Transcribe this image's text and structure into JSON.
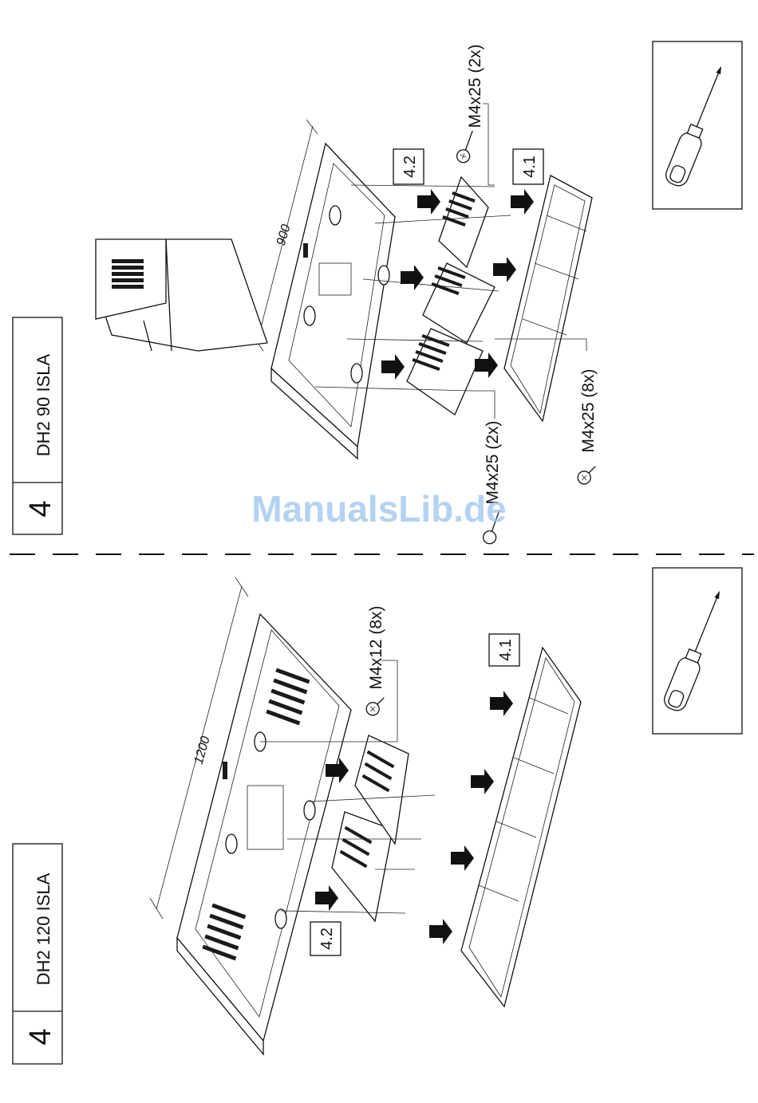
{
  "watermark": "ManualsLib.de",
  "top_section": {
    "step_number": "4",
    "model": "DH2 90 ISLA",
    "dimension": "900",
    "callout_filter": "4.1",
    "callout_grille": "4.2",
    "screw_label_top": "M4x25 (2x)",
    "screw_label_middle": "M4x25 (8x)",
    "screw_label_bottom": "M4x25 (2x)",
    "tool_icon": "screwdriver-icon"
  },
  "bottom_section": {
    "step_number": "4",
    "model": "DH2 120 ISLA",
    "dimension": "1200",
    "callout_filter": "4.1",
    "callout_grille": "4.2",
    "screw_label": "M4x12 (8x)",
    "tool_icon": "screwdriver-icon"
  }
}
